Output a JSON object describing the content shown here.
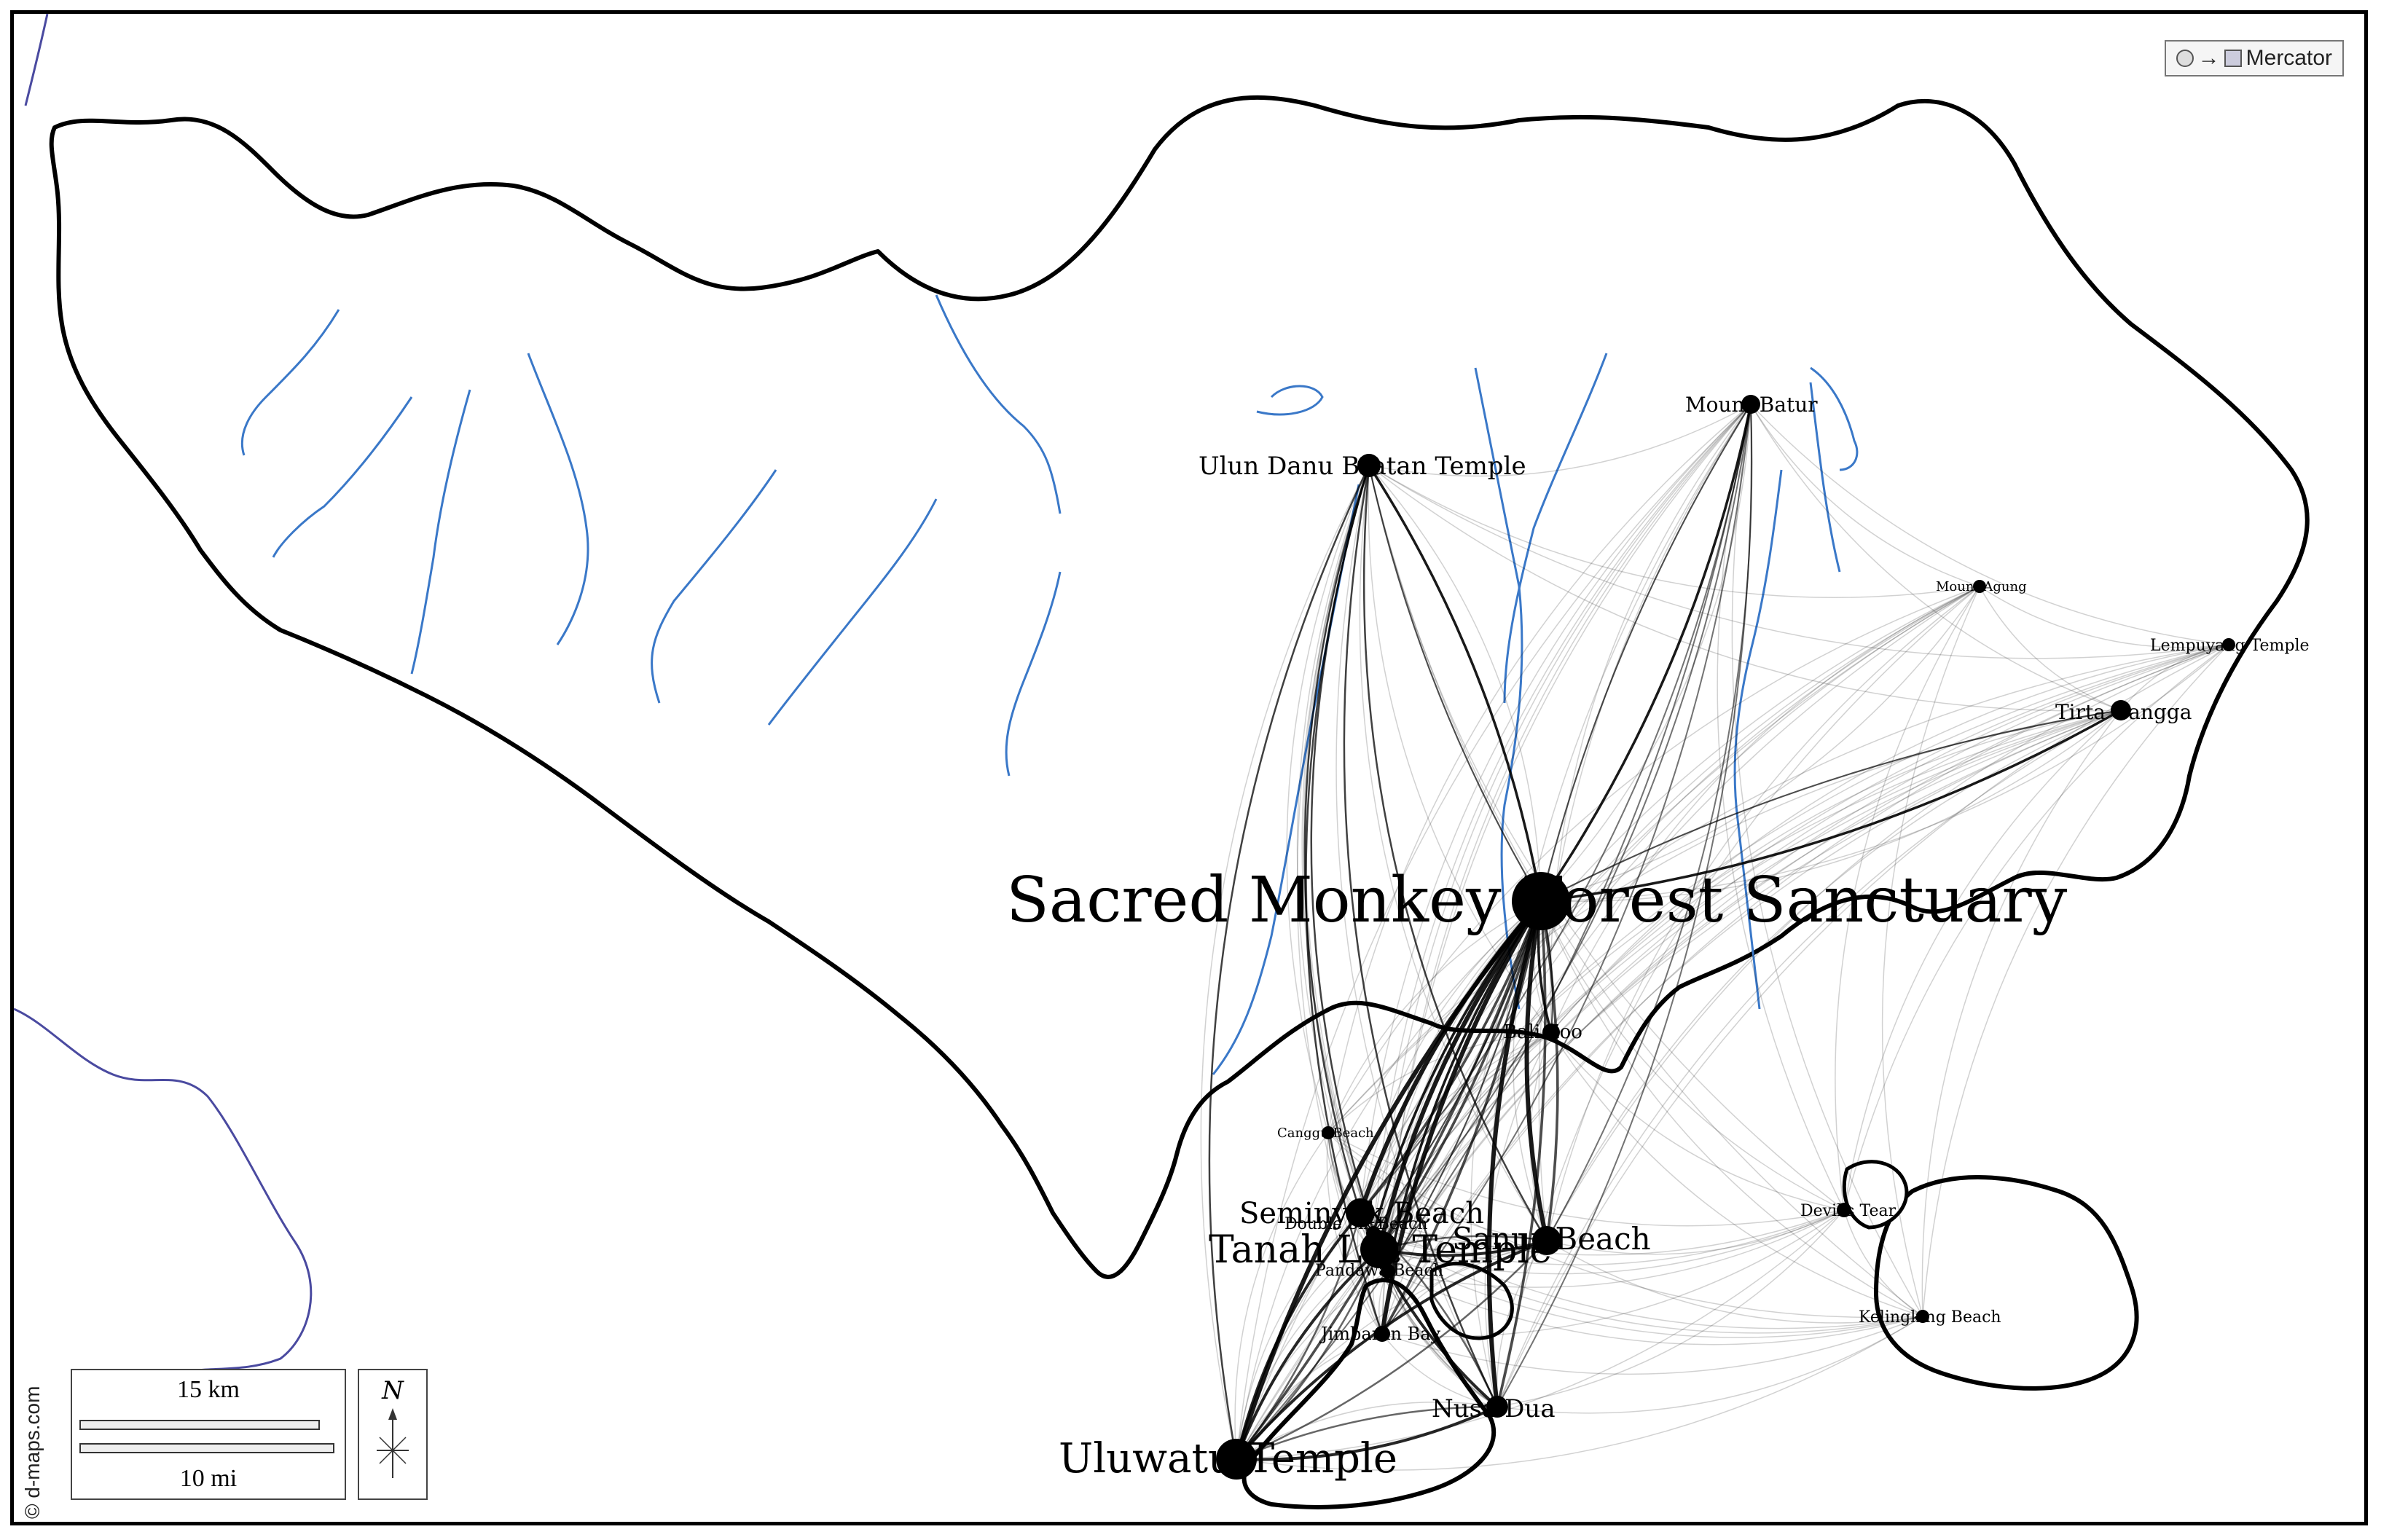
{
  "projection": {
    "label": "Mercator",
    "icon": "projection-toggle-icon"
  },
  "credit": "© d-maps.com",
  "scale": {
    "km_label": "15 km",
    "mi_label": "10 mi"
  },
  "north": {
    "label": "N",
    "icon": "north-arrow-icon"
  },
  "colors": {
    "coast": "#000000",
    "river": "#3a78c8",
    "land": "#ffffff",
    "edge": "#000000"
  },
  "places": [
    {
      "id": "sacred-monkey-forest-sanctuary",
      "name": "Sacred Monkey Forest Sanctuary"
    },
    {
      "id": "ulun-danu-bratan-temple",
      "name": "Ulun Danu Bratan Temple"
    },
    {
      "id": "mount-batur",
      "name": "Mount Batur"
    },
    {
      "id": "mount-agung",
      "name": "Mount Agung"
    },
    {
      "id": "lempuyang-temple",
      "name": "Lempuyang Temple"
    },
    {
      "id": "tirta-gangga",
      "name": "Tirta Gangga"
    },
    {
      "id": "bali-zoo",
      "name": "Bali Zoo"
    },
    {
      "id": "canggu-beach",
      "name": "Canggu Beach"
    },
    {
      "id": "seminyak-beach",
      "name": "Seminyak Beach"
    },
    {
      "id": "double-six-beach",
      "name": "Double Six Beach"
    },
    {
      "id": "tanah-lot-temple",
      "name": "Tanah Lot Temple"
    },
    {
      "id": "sanur-beach",
      "name": "Sanur Beach"
    },
    {
      "id": "pandawa-beach",
      "name": "Pandawa Beach"
    },
    {
      "id": "jimbaran-bay",
      "name": "Jimbaran Bay"
    },
    {
      "id": "nusa-dua",
      "name": "Nusa Dua"
    },
    {
      "id": "uluwatu-temple",
      "name": "Uluwatu Temple"
    },
    {
      "id": "devils-tear",
      "name": "Devil's Tear"
    },
    {
      "id": "kelingking-beach",
      "name": "Kelingking Beach"
    }
  ]
}
